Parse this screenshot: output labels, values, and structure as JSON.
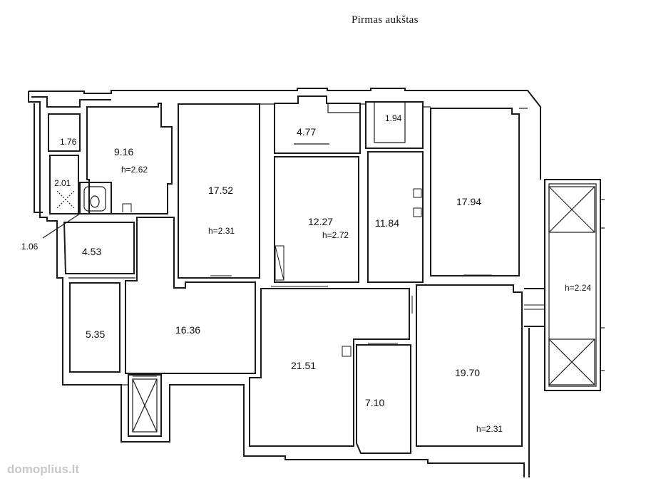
{
  "title": "Pirmas aukštas",
  "watermark": "domoplius.lt",
  "rooms": [
    {
      "id": "r176",
      "area": "1.76"
    },
    {
      "id": "r916",
      "area": "9.16",
      "height": "h=2.62"
    },
    {
      "id": "r201",
      "area": "2.01"
    },
    {
      "id": "r106",
      "area": "1.06"
    },
    {
      "id": "r453",
      "area": "4.53"
    },
    {
      "id": "r1752",
      "area": "17.52",
      "height": "h=2.31"
    },
    {
      "id": "r477",
      "area": "4.77"
    },
    {
      "id": "r1227",
      "area": "12.27",
      "height": "h=2.72"
    },
    {
      "id": "r194",
      "area": "1.94"
    },
    {
      "id": "r1184",
      "area": "11.84"
    },
    {
      "id": "r1794",
      "area": "17.94"
    },
    {
      "id": "r224",
      "area": "",
      "height": "h=2.24"
    },
    {
      "id": "r535",
      "area": "5.35"
    },
    {
      "id": "r1636",
      "area": "16.36"
    },
    {
      "id": "r2151",
      "area": "21.51"
    },
    {
      "id": "r710",
      "area": "7.10"
    },
    {
      "id": "r1970",
      "area": "19.70",
      "height": "h=2.31"
    }
  ]
}
